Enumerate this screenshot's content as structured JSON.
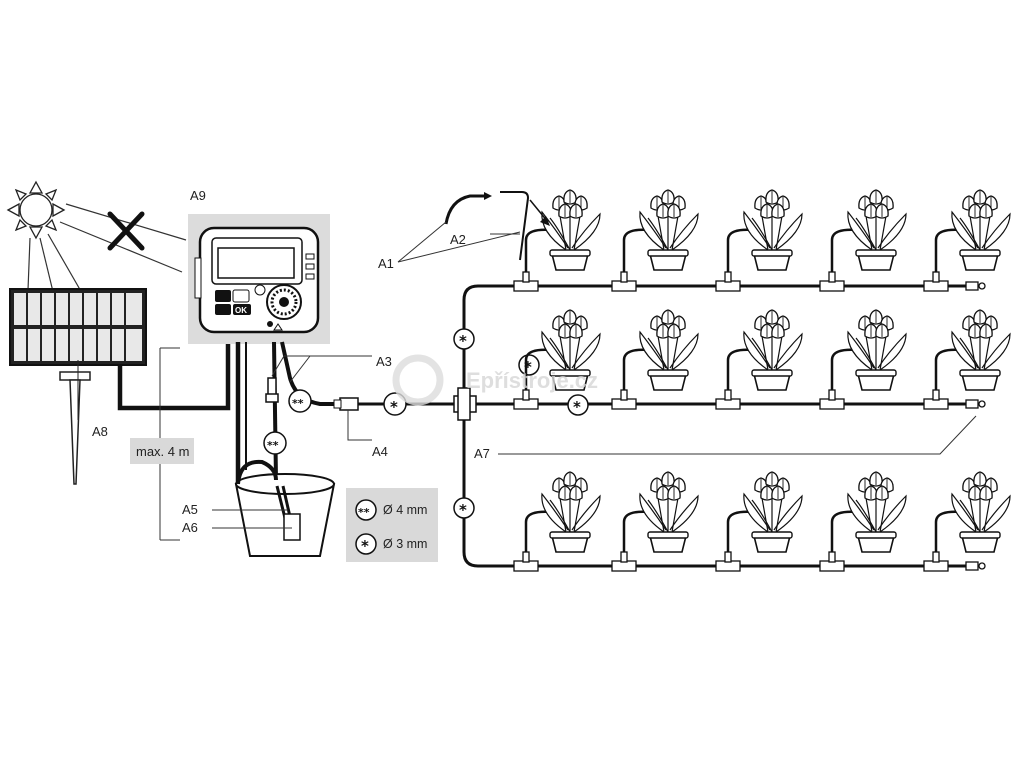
{
  "labels": {
    "a1": "A1",
    "a2": "A2",
    "a3": "A3",
    "a4": "A4",
    "a5": "A5",
    "a6": "A6",
    "a7": "A7",
    "a8": "A8",
    "a9": "A9"
  },
  "max_length": "max. 4 m",
  "legend": {
    "double_star": "**",
    "double_star_text": "Ø 4 mm",
    "single_star": "*",
    "single_star_text": "Ø 3 mm"
  },
  "controller": {
    "button_ok": "OK"
  },
  "watermark": "Epřístroje.cz",
  "plants": {
    "rows": 3,
    "per_row": 5
  },
  "colors": {
    "tube": "#111111",
    "panel": "#dcdcdc",
    "legend_bg": "#d9d9d9"
  }
}
